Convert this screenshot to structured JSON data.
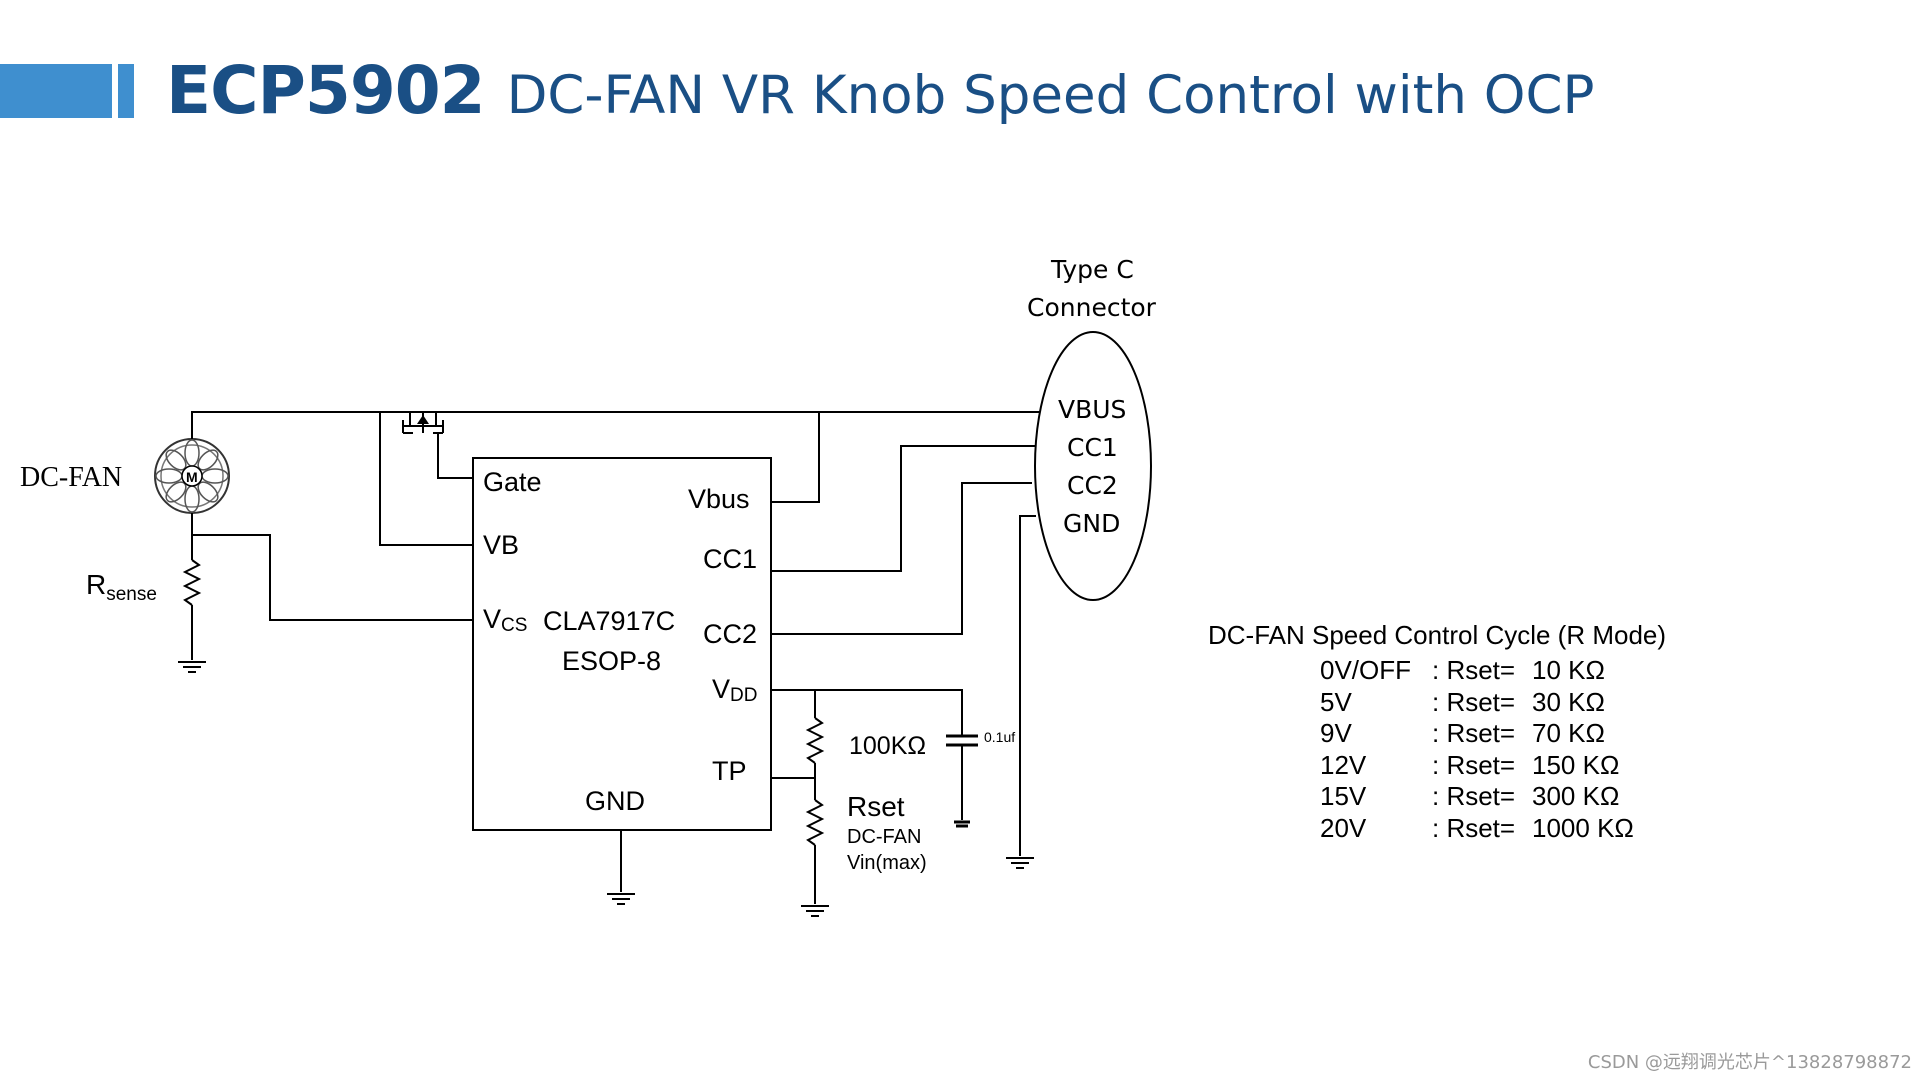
{
  "header": {
    "part_number": "ECP5902",
    "subtitle": "DC-FAN VR Knob Speed Control with OCP"
  },
  "schematic": {
    "fan_label": "DC-FAN",
    "motor_symbol": "M",
    "rsense_main": "R",
    "rsense_sub": "sense",
    "chip": {
      "name": "CLA7917C",
      "package": "ESOP-8",
      "pins": {
        "gate": "Gate",
        "vb": "VB",
        "vcs_main": "V",
        "vcs_sub": "CS",
        "gnd": "GND",
        "vbus": "Vbus",
        "cc1": "CC1",
        "cc2": "CC2",
        "vdd_main": "V",
        "vdd_sub": "DD",
        "tp": "TP"
      }
    },
    "resistor_top_value": "100KΩ",
    "rset_label": "Rset",
    "rset_note_line1": "DC-FAN",
    "rset_note_line2": "Vin(max)",
    "cap_value": "0.1uf",
    "connector": {
      "title_line1": "Type C",
      "title_line2": "Connector",
      "pins": [
        "VBUS",
        "CC1",
        "CC2",
        "GND"
      ]
    }
  },
  "speed_table": {
    "heading": "DC-FAN Speed Control Cycle (R Mode)",
    "rows": [
      {
        "voltage": "0V/OFF",
        "rset": ": Rset=",
        "value": "10 KΩ"
      },
      {
        "voltage": "5V",
        "rset": ": Rset=",
        "value": "30 KΩ"
      },
      {
        "voltage": "9V",
        "rset": ": Rset=",
        "value": "70 KΩ"
      },
      {
        "voltage": "12V",
        "rset": ": Rset=",
        "value": "150 KΩ"
      },
      {
        "voltage": "15V",
        "rset": ": Rset=",
        "value": "300 KΩ"
      },
      {
        "voltage": "20V",
        "rset": ": Rset=",
        "value": "1000 KΩ"
      }
    ]
  },
  "watermark": "CSDN @远翔调光芯片^13828798872",
  "colors": {
    "title_blue": "#1a4f85",
    "bar_blue": "#3f8fcf"
  }
}
